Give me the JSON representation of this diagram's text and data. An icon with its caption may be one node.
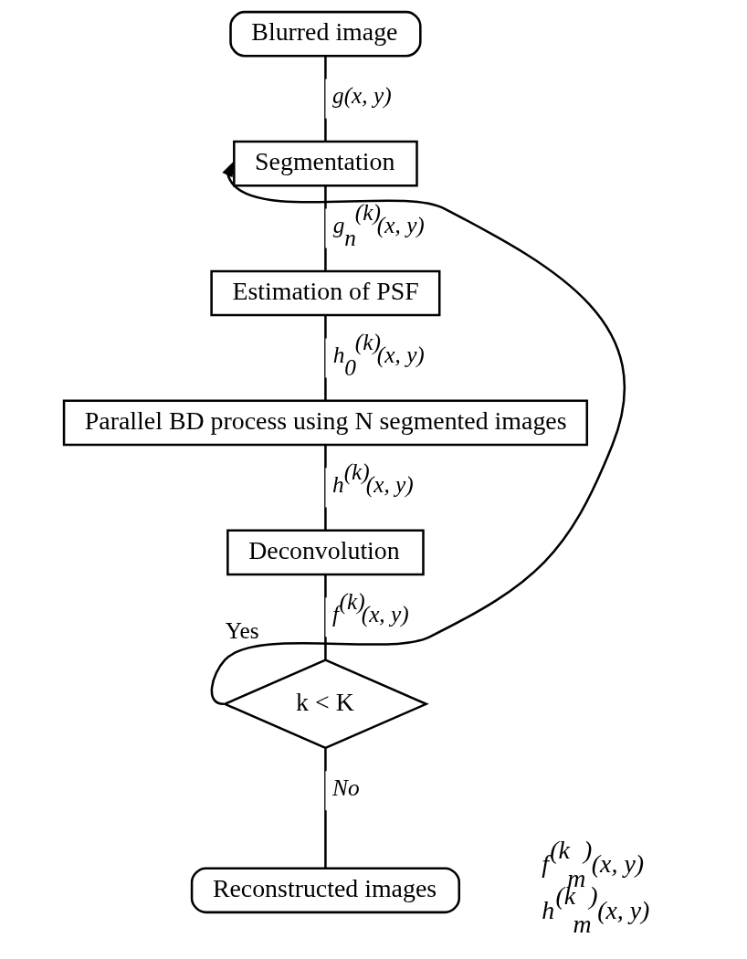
{
  "diagram": {
    "nodes": [
      {
        "text": [
          "Blurred image"
        ]
      },
      {
        "text": [
          "Segmentation"
        ]
      },
      {
        "text": [
          "Estimation of PSF"
        ]
      },
      {
        "text": [
          "Parallel BD process using N segmented images"
        ]
      },
      {
        "text": [
          "Deconvolution"
        ]
      },
      {
        "text": [
          "k < K"
        ]
      },
      {
        "text": [
          "Reconstructed images"
        ],
        "beside": [
          "f$^{(k}$$_{m}$$^{)}$(x, y)",
          "h$^{(k}$$_{m}$$^{)}$(x, y)"
        ]
      }
    ],
    "edges": [
      {
        "from": 0,
        "to": 1,
        "arrow": "none",
        "label": "g(x, y)"
      },
      {
        "from": 1,
        "to": 2,
        "arrow": "none",
        "label": "g$_{n}$$^{(k)}$(x, y)"
      },
      {
        "from": 2,
        "to": 3,
        "arrow": "none",
        "label": "h$_{0}$$^{(k)}$(x, y)"
      },
      {
        "from": 3,
        "to": 4,
        "arrow": "none",
        "label": "h$^{(k)}$(x, y)"
      },
      {
        "from": 4,
        "to": 5,
        "arrow": "none",
        "label": "f$^{(k)}$(x, y)"
      },
      {
        "from": 5,
        "to": 1,
        "arrow": "to",
        "label": "Yes"
      },
      {
        "from": 5,
        "to": 6,
        "arrow": "none",
        "label": "No"
      }
    ]
  }
}
